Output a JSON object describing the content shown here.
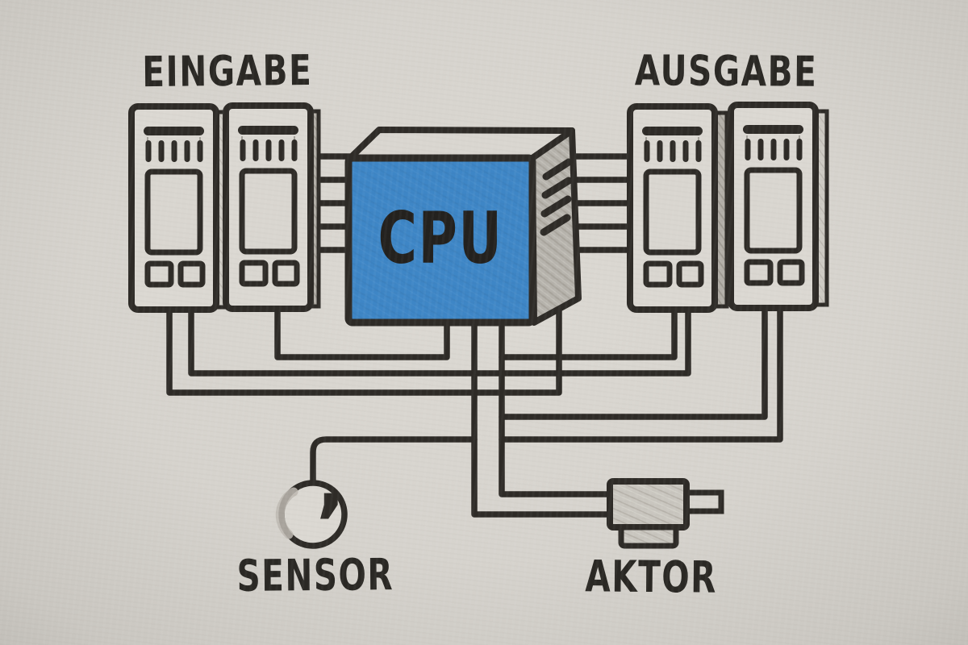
{
  "labels": {
    "input": "EINGABE",
    "output": "AUSGABE",
    "cpu": "CPU",
    "sensor": "SENSOR",
    "actuator": "AKTOR"
  },
  "colors": {
    "paper": "#d7d4ce",
    "module_face": "#dbd8d2",
    "ink": "#2e2b27",
    "cpu_blue": "#3e86c6",
    "shade_gray": "#b6b3ac",
    "actuator_gray": "#c9c6bf"
  },
  "diagram": {
    "type": "hand-drawn-plc-architecture",
    "nodes": [
      {
        "id": "eingabe-modules",
        "label": "EINGABE",
        "type": "input-module-group",
        "module_count": 2
      },
      {
        "id": "cpu",
        "label": "CPU",
        "type": "processor"
      },
      {
        "id": "ausgabe-modules",
        "label": "AUSGABE",
        "type": "output-module-group",
        "module_count": 2
      },
      {
        "id": "sensor",
        "label": "SENSOR",
        "type": "sensor"
      },
      {
        "id": "aktor",
        "label": "AKTOR",
        "type": "actuator"
      }
    ],
    "edges": [
      {
        "from": "eingabe-modules",
        "to": "cpu"
      },
      {
        "from": "cpu",
        "to": "ausgabe-modules"
      },
      {
        "from": "sensor",
        "to": "cpu"
      },
      {
        "from": "cpu",
        "to": "aktor"
      }
    ]
  }
}
